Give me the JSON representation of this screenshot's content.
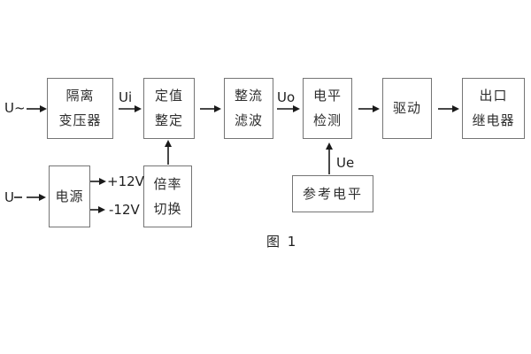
{
  "figure": {
    "caption": "图 1",
    "background": "#ffffff",
    "colors": {
      "box_border": "#757575",
      "text": "#2e2e2e",
      "arrow": "#1a1a1a"
    },
    "blocks": [
      {
        "id": "isolation-transformer",
        "lines": [
          "隔离",
          "变压器"
        ]
      },
      {
        "id": "setting-adjustment",
        "lines": [
          "定值",
          "整定"
        ]
      },
      {
        "id": "rectifier-filter",
        "lines": [
          "整流",
          "滤波"
        ]
      },
      {
        "id": "level-detection",
        "lines": [
          "电平",
          "检测"
        ]
      },
      {
        "id": "driver",
        "lines": [
          "驱动"
        ]
      },
      {
        "id": "output-relay",
        "lines": [
          "出口",
          "继电器"
        ]
      },
      {
        "id": "power-supply",
        "lines": [
          "电源"
        ]
      },
      {
        "id": "multiplier-switch",
        "lines": [
          "倍率",
          "切换"
        ]
      },
      {
        "id": "reference-level",
        "lines": [
          "参考电平"
        ]
      }
    ],
    "labels": {
      "ac_input": "U~",
      "dc_input": "U",
      "ui": "Ui",
      "uo": "Uo",
      "ue": "Ue",
      "plus_12v": "+12V",
      "minus_12v": "-12V"
    }
  }
}
